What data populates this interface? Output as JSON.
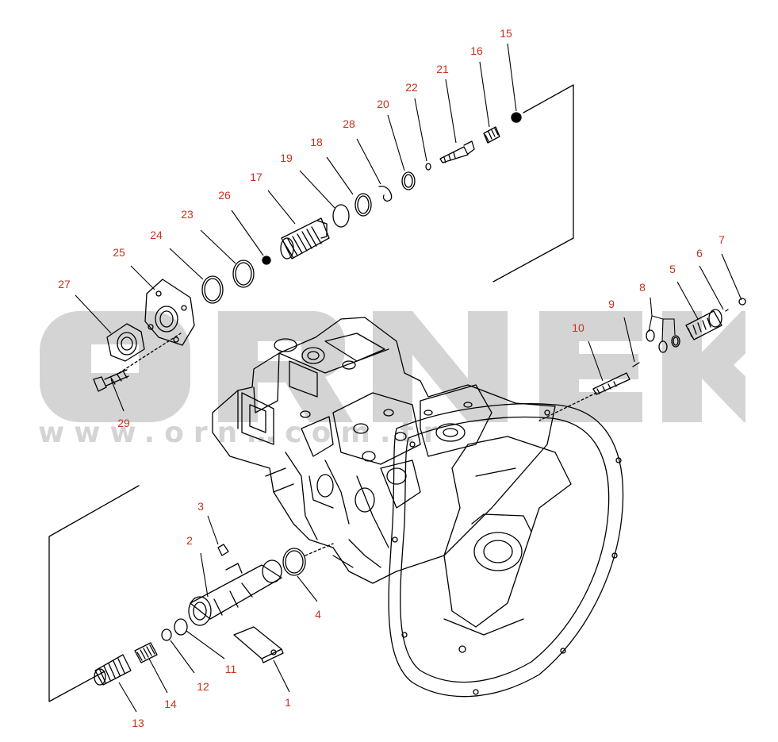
{
  "watermark": {
    "brand": "ÖRNEK",
    "url": "www.orn…com.tr"
  },
  "callouts": [
    {
      "id": "c1",
      "label": "1"
    },
    {
      "id": "c2",
      "label": "2"
    },
    {
      "id": "c3",
      "label": "3"
    },
    {
      "id": "c4",
      "label": "4"
    },
    {
      "id": "c5",
      "label": "5"
    },
    {
      "id": "c6",
      "label": "6"
    },
    {
      "id": "c7",
      "label": "7"
    },
    {
      "id": "c8",
      "label": "8"
    },
    {
      "id": "c9",
      "label": "9"
    },
    {
      "id": "c10",
      "label": "10"
    },
    {
      "id": "c11",
      "label": "11"
    },
    {
      "id": "c12",
      "label": "12"
    },
    {
      "id": "c13",
      "label": "13"
    },
    {
      "id": "c14",
      "label": "14"
    },
    {
      "id": "c15",
      "label": "15"
    },
    {
      "id": "c16",
      "label": "16"
    },
    {
      "id": "c17",
      "label": "17"
    },
    {
      "id": "c18",
      "label": "18"
    },
    {
      "id": "c19",
      "label": "19"
    },
    {
      "id": "c20",
      "label": "20"
    },
    {
      "id": "c21",
      "label": "21"
    },
    {
      "id": "c22",
      "label": "22"
    },
    {
      "id": "c23",
      "label": "23"
    },
    {
      "id": "c24",
      "label": "24"
    },
    {
      "id": "c25",
      "label": "25"
    },
    {
      "id": "c26",
      "label": "26"
    },
    {
      "id": "c27",
      "label": "27"
    },
    {
      "id": "c28",
      "label": "28"
    },
    {
      "id": "c29",
      "label": "29"
    }
  ],
  "colors": {
    "callout_text": "#c8321e",
    "line_art": "#000000",
    "watermark": "#d4d4d4",
    "watermark_accent": "#e8c84a"
  }
}
